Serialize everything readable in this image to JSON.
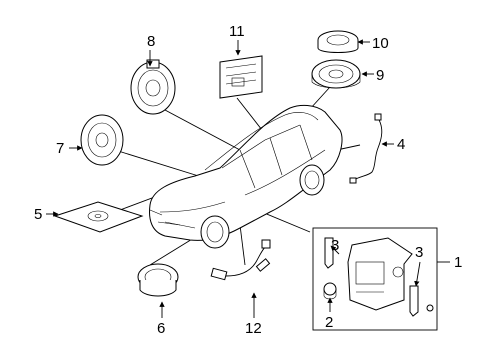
{
  "diagram": {
    "callouts": [
      {
        "id": "c1",
        "label": "1"
      },
      {
        "id": "c2",
        "label": "2"
      },
      {
        "id": "c3a",
        "label": "3"
      },
      {
        "id": "c3b",
        "label": "3"
      },
      {
        "id": "c4",
        "label": "4"
      },
      {
        "id": "c5",
        "label": "5"
      },
      {
        "id": "c6",
        "label": "6"
      },
      {
        "id": "c7",
        "label": "7"
      },
      {
        "id": "c8",
        "label": "8"
      },
      {
        "id": "c9",
        "label": "9"
      },
      {
        "id": "c10",
        "label": "10"
      },
      {
        "id": "c11",
        "label": "11"
      },
      {
        "id": "c12",
        "label": "12"
      }
    ]
  }
}
